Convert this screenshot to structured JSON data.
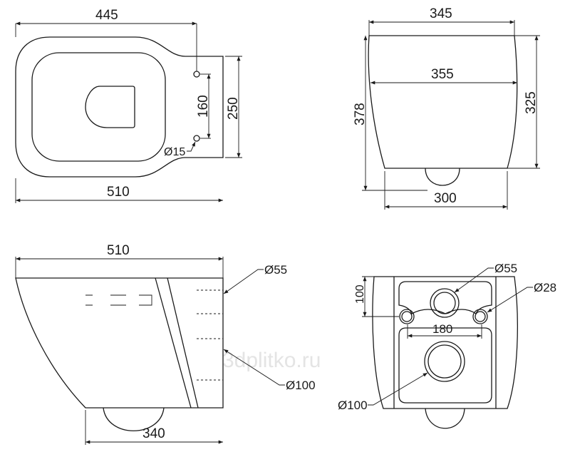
{
  "watermark": "3dplitko.ru",
  "top_view": {
    "width_seat": "445",
    "width_total": "510",
    "hole_spacing": "160",
    "tab_width": "250",
    "hole_diameter": "Ø15"
  },
  "front_view": {
    "top_width": "345",
    "max_width": "355",
    "bottom_width": "300",
    "total_height": "378",
    "body_height": "325"
  },
  "side_view": {
    "length": "510",
    "bottom_length": "340",
    "inlet_diameter": "Ø55",
    "outlet_diameter": "Ø100"
  },
  "back_view": {
    "inlet_diameter": "Ø55",
    "fixing_diameter": "Ø28",
    "fixing_spacing": "180",
    "fixing_height": "100",
    "outlet_diameter": "Ø100"
  }
}
